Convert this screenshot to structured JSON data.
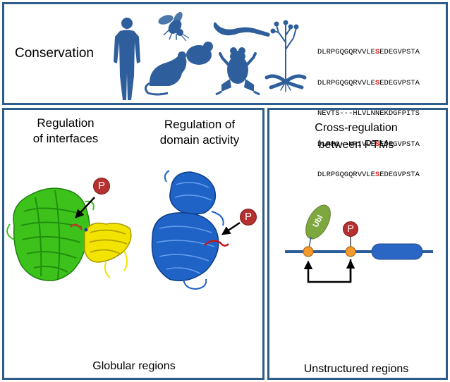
{
  "top": {
    "title": "Conservation",
    "sequences": [
      {
        "pre": "DLRPGQGQRVVLE",
        "mark": "S",
        "post": "EDEGVPSTA"
      },
      {
        "pre": "DLRPGQGQRVVLE",
        "mark": "S",
        "post": "EDEGVPSTA"
      },
      {
        "pre": "NEVTS---HLVLNNEKDGFPITS",
        "mark": "",
        "post": ""
      },
      {
        "pre": "DLRHG--NRIVLE",
        "mark": "S",
        "post": "EDEGVPSTA"
      },
      {
        "pre": "DLRPGQGQRVVLE",
        "mark": "S",
        "post": "EDEGVPSTA"
      }
    ]
  },
  "left": {
    "heading1": [
      "Regulation",
      "of interfaces"
    ],
    "heading2": [
      "Regulation of",
      "domain activity"
    ],
    "footer": "Globular regions",
    "phospho_label": "P"
  },
  "right": {
    "heading": [
      "Cross-regulation",
      "between PTMs"
    ],
    "ubl_label": "Ubl",
    "phospho_label": "P",
    "footer": "Unstructured regions"
  },
  "colors": {
    "border": "#2f5d8a",
    "organism": "#2e5f9c",
    "phospho": "#b5312f",
    "ubl": "#7fa73f",
    "highlight": "#e2231a",
    "green_protein": "#3cc21b",
    "yellow_protein": "#f2e300",
    "blue_protein": "#1f63c7",
    "chain": "#2a5d9a",
    "site": "#f39a2c"
  }
}
